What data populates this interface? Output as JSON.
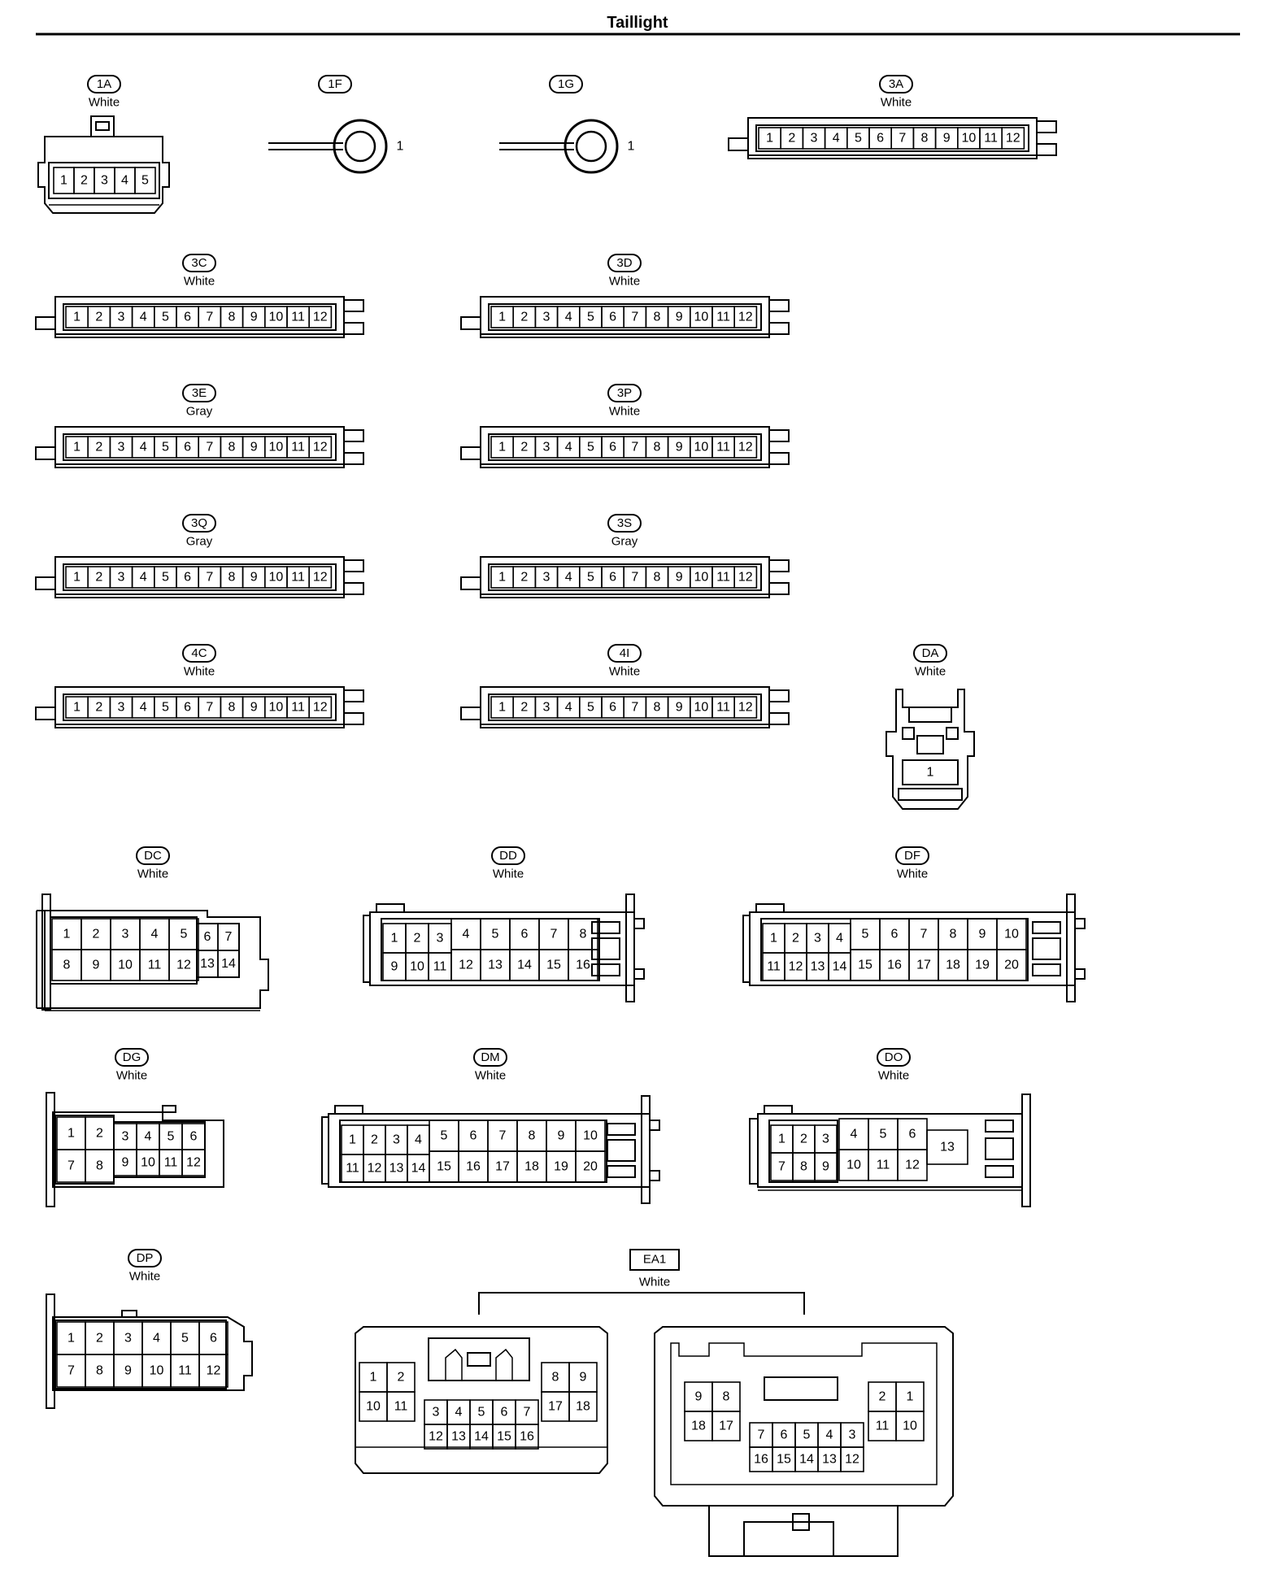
{
  "page": {
    "title": "Taillight"
  },
  "connectors": [
    {
      "code": "1A",
      "color": "White",
      "pins": [
        "1",
        "2",
        "3",
        "4",
        "5"
      ]
    },
    {
      "code": "1F",
      "color": "",
      "pins": [
        "1"
      ]
    },
    {
      "code": "1G",
      "color": "",
      "pins": [
        "1"
      ]
    },
    {
      "code": "3A",
      "color": "White",
      "pins": [
        "1",
        "2",
        "3",
        "4",
        "5",
        "6",
        "7",
        "8",
        "9",
        "10",
        "11",
        "12"
      ]
    },
    {
      "code": "3C",
      "color": "White",
      "pins": [
        "1",
        "2",
        "3",
        "4",
        "5",
        "6",
        "7",
        "8",
        "9",
        "10",
        "11",
        "12"
      ]
    },
    {
      "code": "3D",
      "color": "White",
      "pins": [
        "1",
        "2",
        "3",
        "4",
        "5",
        "6",
        "7",
        "8",
        "9",
        "10",
        "11",
        "12"
      ]
    },
    {
      "code": "3E",
      "color": "Gray",
      "pins": [
        "1",
        "2",
        "3",
        "4",
        "5",
        "6",
        "7",
        "8",
        "9",
        "10",
        "11",
        "12"
      ]
    },
    {
      "code": "3P",
      "color": "White",
      "pins": [
        "1",
        "2",
        "3",
        "4",
        "5",
        "6",
        "7",
        "8",
        "9",
        "10",
        "11",
        "12"
      ]
    },
    {
      "code": "3Q",
      "color": "Gray",
      "pins": [
        "1",
        "2",
        "3",
        "4",
        "5",
        "6",
        "7",
        "8",
        "9",
        "10",
        "11",
        "12"
      ]
    },
    {
      "code": "3S",
      "color": "Gray",
      "pins": [
        "1",
        "2",
        "3",
        "4",
        "5",
        "6",
        "7",
        "8",
        "9",
        "10",
        "11",
        "12"
      ]
    },
    {
      "code": "4C",
      "color": "White",
      "pins": [
        "1",
        "2",
        "3",
        "4",
        "5",
        "6",
        "7",
        "8",
        "9",
        "10",
        "11",
        "12"
      ]
    },
    {
      "code": "4I",
      "color": "White",
      "pins": [
        "1",
        "2",
        "3",
        "4",
        "5",
        "6",
        "7",
        "8",
        "9",
        "10",
        "11",
        "12"
      ]
    },
    {
      "code": "DA",
      "color": "White",
      "pins": [
        "1"
      ]
    },
    {
      "code": "DC",
      "color": "White",
      "rows": [
        [
          "1",
          "2",
          "3",
          "4",
          "5",
          "6",
          "7"
        ],
        [
          "8",
          "9",
          "10",
          "11",
          "12",
          "13",
          "14"
        ]
      ]
    },
    {
      "code": "DD",
      "color": "White",
      "rows": [
        [
          "1",
          "2",
          "3",
          "4",
          "5",
          "6",
          "7",
          "8"
        ],
        [
          "9",
          "10",
          "11",
          "12",
          "13",
          "14",
          "15",
          "16"
        ]
      ]
    },
    {
      "code": "DF",
      "color": "White",
      "rows": [
        [
          "1",
          "2",
          "3",
          "4",
          "5",
          "6",
          "7",
          "8",
          "9",
          "10"
        ],
        [
          "11",
          "12",
          "13",
          "14",
          "15",
          "16",
          "17",
          "18",
          "19",
          "20"
        ]
      ]
    },
    {
      "code": "DG",
      "color": "White",
      "rows": [
        [
          "1",
          "2",
          "3",
          "4",
          "5",
          "6"
        ],
        [
          "7",
          "8",
          "9",
          "10",
          "11",
          "12"
        ]
      ]
    },
    {
      "code": "DM",
      "color": "White",
      "rows": [
        [
          "1",
          "2",
          "3",
          "4",
          "5",
          "6",
          "7",
          "8",
          "9",
          "10"
        ],
        [
          "11",
          "12",
          "13",
          "14",
          "15",
          "16",
          "17",
          "18",
          "19",
          "20"
        ]
      ]
    },
    {
      "code": "DO",
      "color": "White",
      "rows": [
        [
          "1",
          "2",
          "3",
          "4",
          "5",
          "6",
          "13"
        ],
        [
          "7",
          "8",
          "9",
          "10",
          "11",
          "12"
        ]
      ]
    },
    {
      "code": "DP",
      "color": "White",
      "rows": [
        [
          "1",
          "2",
          "3",
          "4",
          "5",
          "6"
        ],
        [
          "7",
          "8",
          "9",
          "10",
          "11",
          "12"
        ]
      ]
    },
    {
      "code": "EA1",
      "color": "White",
      "left": {
        "top_left": [
          "1",
          "2"
        ],
        "bottom_left": [
          "10",
          "11"
        ],
        "top_right": [
          "8",
          "9"
        ],
        "bottom_right": [
          "17",
          "18"
        ],
        "center_top": [
          "3",
          "4",
          "5",
          "6",
          "7"
        ],
        "center_bottom": [
          "12",
          "13",
          "14",
          "15",
          "16"
        ]
      },
      "right": {
        "top_left": [
          "9",
          "8"
        ],
        "bottom_left": [
          "18",
          "17"
        ],
        "top_right": [
          "2",
          "1"
        ],
        "bottom_right": [
          "11",
          "10"
        ],
        "center_top": [
          "7",
          "6",
          "5",
          "4",
          "3"
        ],
        "center_bottom": [
          "16",
          "15",
          "14",
          "13",
          "12"
        ]
      }
    }
  ]
}
